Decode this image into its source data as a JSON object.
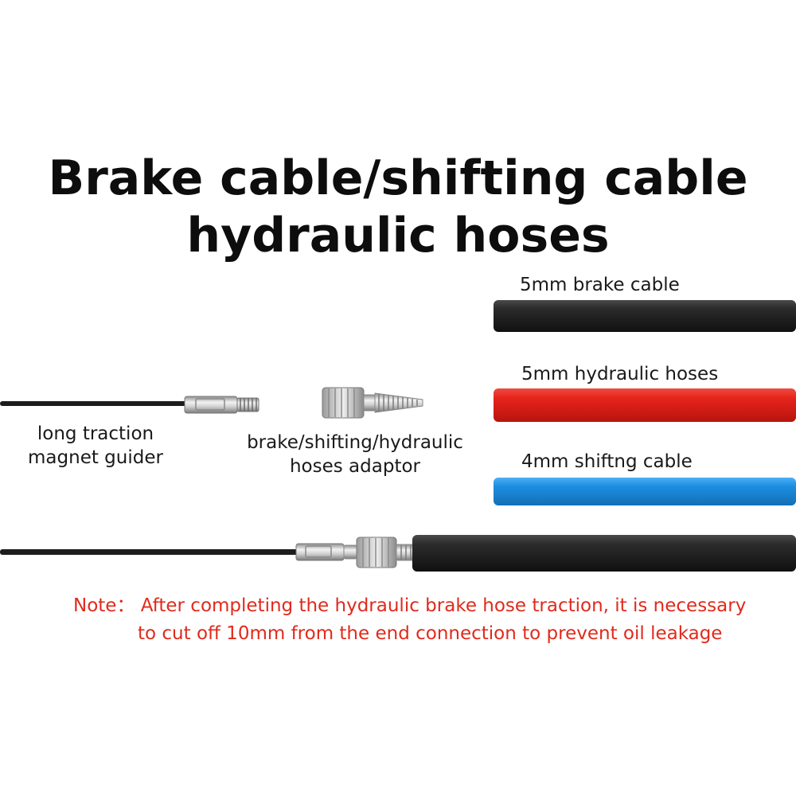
{
  "title": {
    "line1": "Brake cable/shifting cable",
    "line2": "hydraulic hoses"
  },
  "parts": {
    "guider_label_line1": "long traction",
    "guider_label_line2": "magnet guider",
    "adaptor_label_line1": "brake/shifting/hydraulic",
    "adaptor_label_line2": "hoses adaptor"
  },
  "cables": [
    {
      "label": "5mm brake cable",
      "color": "#2a2a2a"
    },
    {
      "label": "5mm hydraulic hoses",
      "color": "#e5231c"
    },
    {
      "label": "4mm shiftng cable",
      "color": "#1d8fe2"
    }
  ],
  "note": {
    "line1": "Note： After completing the hydraulic brake hose traction, it is necessary",
    "line2": "to cut off 10mm from the end connection to prevent oil leakage"
  },
  "colors": {
    "note_text": "#e02a1c",
    "black_wire": "#1c1c1c",
    "metal": "#c9c9c9"
  }
}
